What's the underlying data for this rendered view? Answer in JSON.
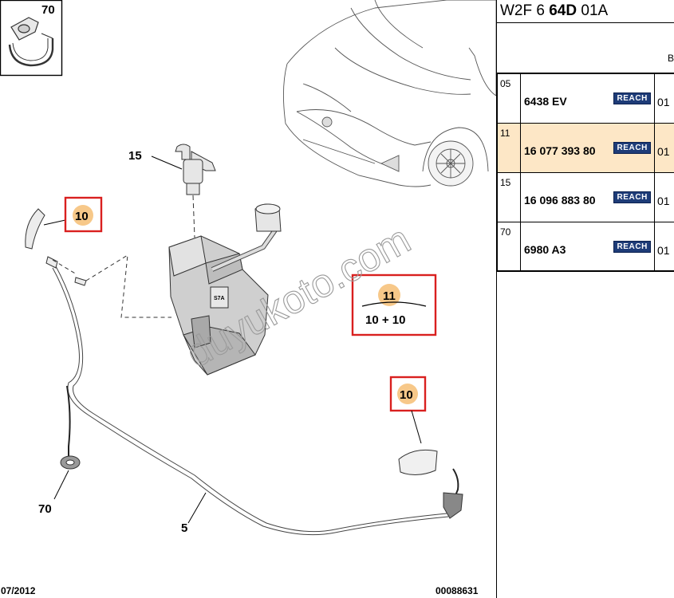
{
  "diagram": {
    "callouts": {
      "c70_top": "70",
      "c15": "15",
      "c10_left": "10",
      "c11": "11",
      "c10_plus": "10 + 10",
      "c10_right": "10",
      "c70_bottom": "70",
      "c5": "5",
      "tank_label": "S7A"
    },
    "watermark": "duyukoto.com",
    "footer_date": "07/2012",
    "footer_code": "00088631",
    "highlight_color": "#d9201f",
    "marker_color": "#f7c889"
  },
  "panel": {
    "header_prefix": "W2F 6 ",
    "header_bold": "64D",
    "header_suffix": " 01A",
    "column_label": "B",
    "rows": [
      {
        "index": "05",
        "ref": "6438 EV",
        "badge": "REACH",
        "qty": "01",
        "selected": false
      },
      {
        "index": "11",
        "ref": "16 077 393 80",
        "badge": "REACH",
        "qty": "01",
        "selected": true
      },
      {
        "index": "15",
        "ref": "16 096 883 80",
        "badge": "REACH",
        "qty": "01",
        "selected": false
      },
      {
        "index": "70",
        "ref": "6980 A3",
        "badge": "REACH",
        "qty": "01",
        "selected": false
      }
    ]
  }
}
